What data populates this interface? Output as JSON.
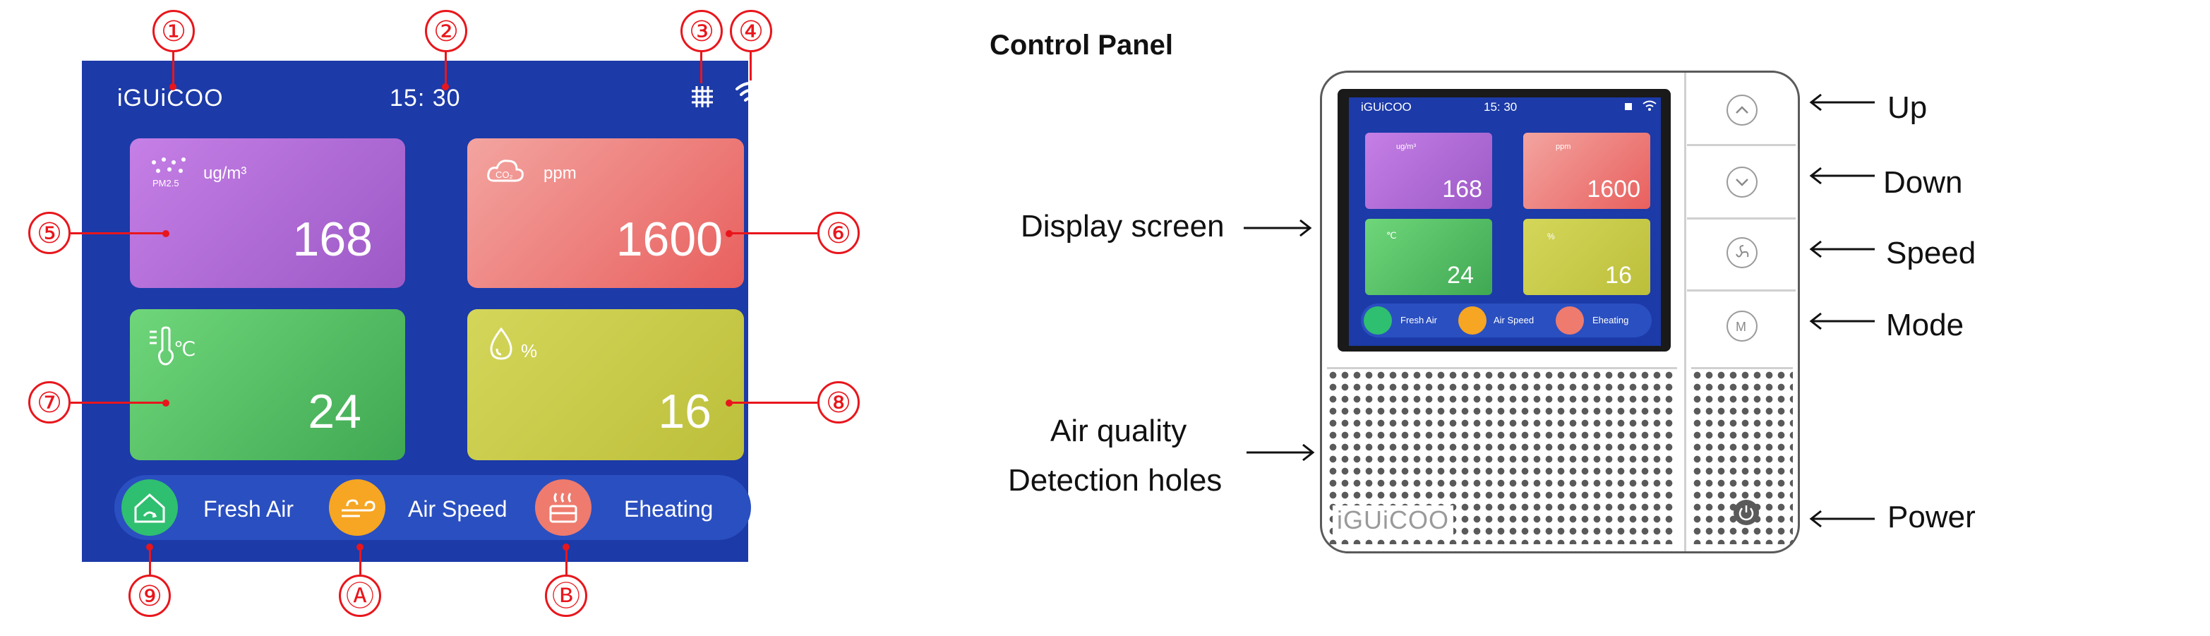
{
  "screen": {
    "brand": "iGUiCOO",
    "time": "15: 30",
    "cards": [
      {
        "unit": "ug/m³",
        "value": "168",
        "icon": "pm25-icon",
        "icon_text": "PM2.5",
        "color": "#b16ad6"
      },
      {
        "unit": "ppm",
        "value": "1600",
        "icon": "co2-cloud-icon",
        "icon_text": "CO₂",
        "color": "#ef7b78"
      },
      {
        "unit": "℃",
        "value": "24",
        "icon": "thermometer-icon",
        "color": "#5bc46a"
      },
      {
        "unit": "%",
        "value": "16",
        "icon": "water-drop-icon",
        "color": "#c9cc4a"
      }
    ],
    "modes": [
      {
        "label": "Fresh Air",
        "icon": "house-fresh-air-icon",
        "color": "#2fbf70"
      },
      {
        "label": "Air Speed",
        "icon": "wind-icon",
        "color": "#f6a623"
      },
      {
        "label": "Eheating",
        "icon": "heater-icon",
        "color": "#ee7b6e"
      }
    ],
    "callouts": [
      "①",
      "②",
      "③",
      "④",
      "⑤",
      "⑥",
      "⑦",
      "⑧",
      "⑨",
      "Ⓐ",
      "Ⓑ"
    ]
  },
  "panel": {
    "title": "Control Panel",
    "buttons": [
      {
        "label": "Up",
        "icon": "chevron-up-icon"
      },
      {
        "label": "Down",
        "icon": "chevron-down-icon"
      },
      {
        "label": "Speed",
        "icon": "fan-icon"
      },
      {
        "label": "Mode",
        "icon": "mode-m-icon"
      }
    ],
    "power_label": "Power",
    "display_label": "Display screen",
    "detect_label_1": "Air quality",
    "detect_label_2": "Detection holes",
    "device_brand": "iGUiCOO",
    "mini": {
      "brand": "iGUiCOO",
      "time": "15: 30",
      "units": [
        "ug/m³",
        "ppm",
        "℃",
        "%"
      ],
      "values": [
        "168",
        "1600",
        "24",
        "16"
      ],
      "modes": [
        "Fresh Air",
        "Air Speed",
        "Eheating"
      ]
    }
  },
  "colors": {
    "screen_bg": "#1c3aa8",
    "callout": "#e8161c"
  }
}
